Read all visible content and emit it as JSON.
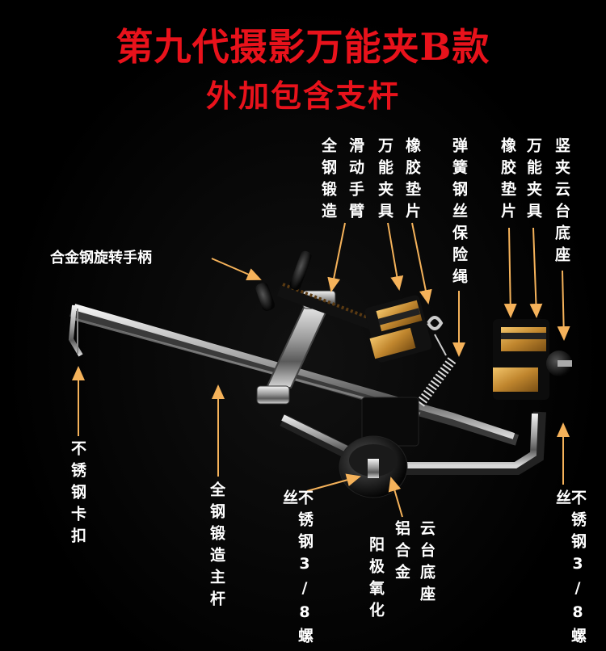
{
  "title": "第九代摄影万能夹B款",
  "subtitle": "外加包含支杆",
  "labels": {
    "full_steel_forged": "全钢锻造",
    "sliding_arm": "滑动手臂",
    "universal_clamp_left": "万能夹具",
    "rubber_pad_left": "橡胶垫片",
    "spring_wire_rope": "弹簧钢丝保险绳",
    "rubber_pad_right": "橡胶垫片",
    "universal_clamp_right": "万能夹具",
    "vertical_clamp_tripod_base": "竖夹云台底座",
    "alloy_handle": "合金钢旋转手柄",
    "stainless_buckle": "不锈钢卡扣",
    "full_steel_main_rod": "全钢锻造主杆",
    "stainless_screw_left": "不锈钢3/8螺丝",
    "anodized": "阳极氧化",
    "aluminum_alloy": "铝合金",
    "tripod_base": "云台底座",
    "stainless_screw_right": "不锈钢3/8螺丝"
  }
}
